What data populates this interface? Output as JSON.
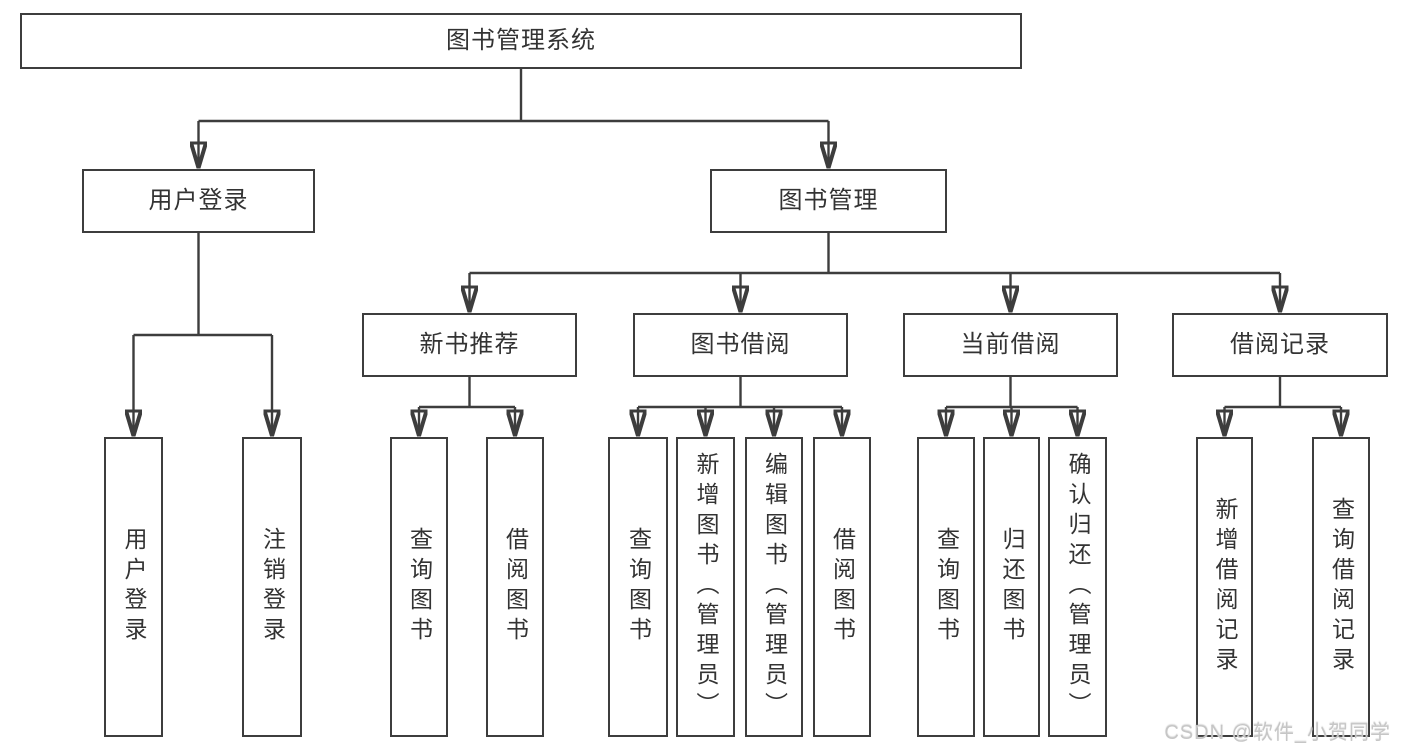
{
  "colors": {
    "background": "#ffffff",
    "line": "#3d3d3d",
    "box_border": "#3d3d3d",
    "text": "#333333",
    "watermark_text": "#c3c3c3"
  },
  "diagram": {
    "root": {
      "label": "图书管理系统",
      "children": [
        {
          "label": "用户登录",
          "children": [
            {
              "label": "用户登录"
            },
            {
              "label": "注销登录"
            }
          ]
        },
        {
          "label": "图书管理",
          "children": [
            {
              "label": "新书推荐",
              "children": [
                {
                  "label": "查询图书"
                },
                {
                  "label": "借阅图书"
                }
              ]
            },
            {
              "label": "图书借阅",
              "children": [
                {
                  "label": "查询图书"
                },
                {
                  "label": "新增图书（管理员）"
                },
                {
                  "label": "编辑图书（管理员）"
                },
                {
                  "label": "借阅图书"
                }
              ]
            },
            {
              "label": "当前借阅",
              "children": [
                {
                  "label": "查询图书"
                },
                {
                  "label": "归还图书"
                },
                {
                  "label": "确认归还（管理员）"
                }
              ]
            },
            {
              "label": "借阅记录",
              "children": [
                {
                  "label": "新增借阅记录"
                },
                {
                  "label": "查询借阅记录"
                }
              ]
            }
          ]
        }
      ]
    }
  },
  "watermark": "CSDN @软件_小贺同学"
}
